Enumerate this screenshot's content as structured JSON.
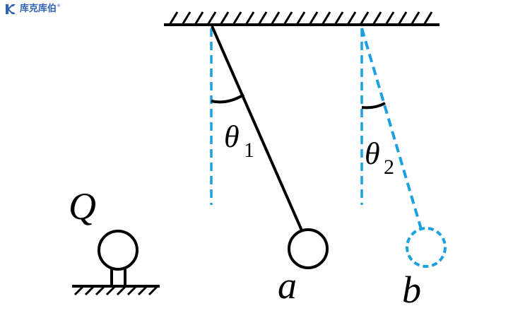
{
  "logo": {
    "text": "库克库伯",
    "mark": "®",
    "color": "#2f63b4"
  },
  "labels": {
    "charge": "Q",
    "ball_a": "a",
    "ball_b": "b",
    "angle1_symbol": "θ",
    "angle1_sub": "1",
    "angle2_symbol": "θ",
    "angle2_sub": "2"
  },
  "colors": {
    "solid": "#000000",
    "dashed": "#1ba1e2"
  },
  "angles_deg": {
    "theta1": 22,
    "theta2": 15
  }
}
